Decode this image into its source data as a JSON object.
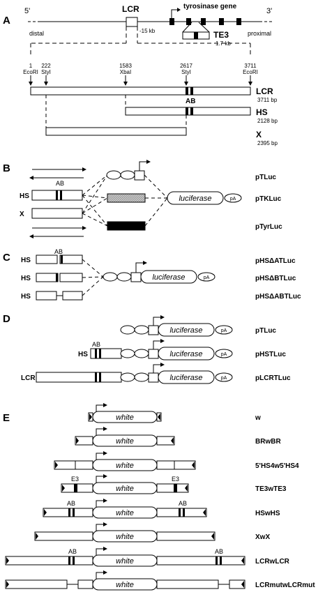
{
  "panelA": {
    "letter": "A",
    "label_5prime": "5'",
    "label_3prime": "3'",
    "label_distal": "distal",
    "label_proximal": "proximal",
    "label_lcr": "LCR",
    "label_tyr": "tyrosinase gene",
    "label_15kb": "-15 kb",
    "label_te3": "TE3",
    "label_17kb": "1.7 kb",
    "markers": [
      {
        "pos": "1",
        "site": "EcoRI"
      },
      {
        "pos": "222",
        "site": "StyI"
      },
      {
        "pos": "1583",
        "site": "XbaI"
      },
      {
        "pos": "2617",
        "site": "StyI"
      },
      {
        "pos": "3711",
        "site": "EcoRI"
      }
    ],
    "label_ab": "AB",
    "fragments": [
      {
        "name": "LCR",
        "size": "3711 bp"
      },
      {
        "name": "HS",
        "size": "2128 bp"
      },
      {
        "name": "X",
        "size": "2395 bp"
      }
    ]
  },
  "panelB": {
    "letter": "B",
    "label_ab": "AB",
    "label_hs": "HS",
    "label_x": "X",
    "luciferase": "luciferase",
    "pa": "pA",
    "constructs": [
      "pTLuc",
      "pTKLuc",
      "pTyrLuc"
    ]
  },
  "panelC": {
    "letter": "C",
    "label_ab": "AB",
    "hs": "HS",
    "luciferase": "luciferase",
    "pa": "pA",
    "constructs": [
      "pHSΔATLuc",
      "pHSΔBTLuc",
      "pHSΔABTLuc"
    ]
  },
  "panelD": {
    "letter": "D",
    "label_ab": "AB",
    "label_hs": "HS",
    "label_lcr": "LCR",
    "luciferase": "luciferase",
    "pa": "pA",
    "constructs": [
      "pTLuc",
      "pHSTLuc",
      "pLCRTLuc"
    ]
  },
  "panelE": {
    "letter": "E",
    "white": "white",
    "label_ab": "AB",
    "label_e3": "E3",
    "constructs": [
      "w",
      "BRwBR",
      "5'HS4w5'HS4",
      "TE3wTE3",
      "HSwHS",
      "XwX",
      "LCRwLCR",
      "LCRmutwLCRmut"
    ]
  }
}
